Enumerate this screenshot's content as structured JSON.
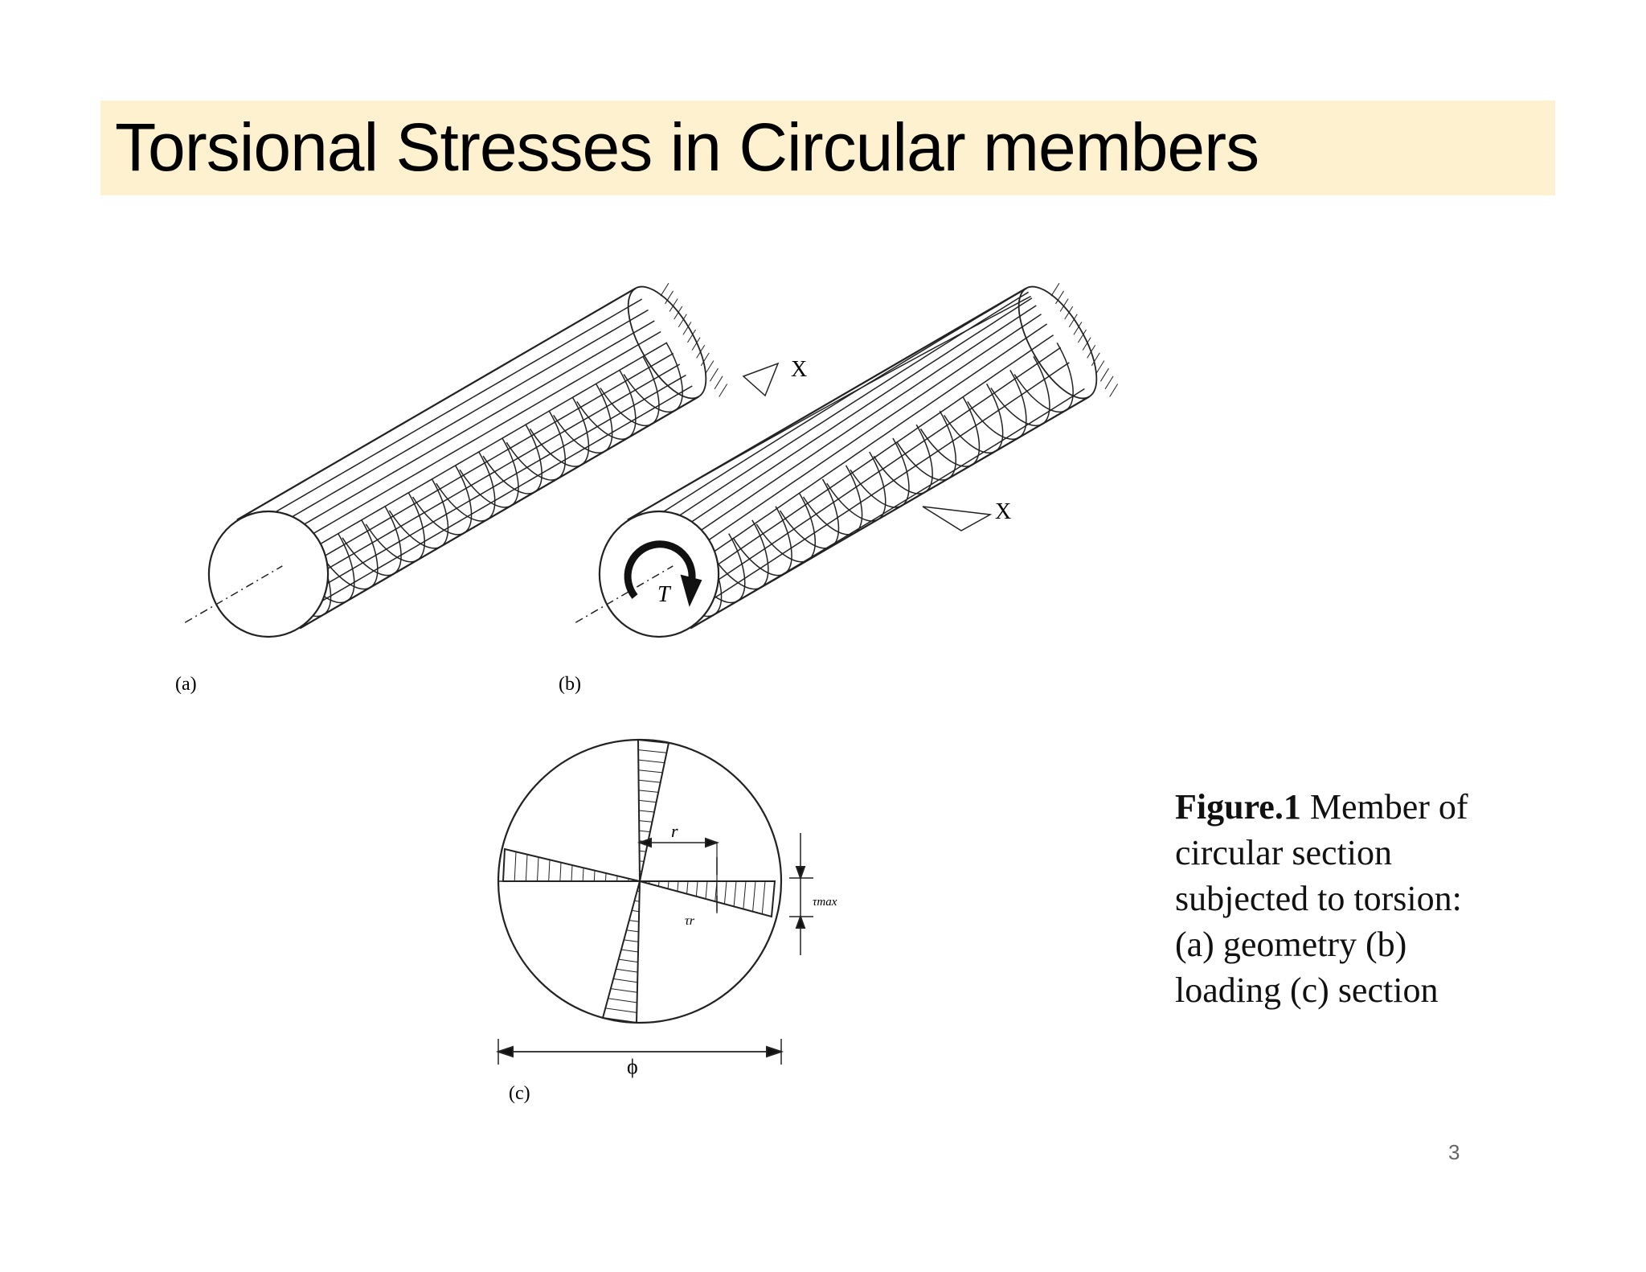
{
  "slide": {
    "title": "Torsional Stresses in Circular members",
    "page_number": "3"
  },
  "figure": {
    "label_a": "(a)",
    "label_b": "(b)",
    "label_c": "(c)",
    "torque_label": "T",
    "section_mark_top": "X",
    "section_mark_bottom": "X",
    "radius_label": "r",
    "tau_r_label": "τr",
    "tau_max_label": "τmax",
    "diameter_label": "ϕ"
  },
  "caption": {
    "bold": "Figure.1",
    "line1_rest": " Member of",
    "line2": "circular section",
    "line3": "subjected to torsion:",
    "line4": "(a) geometry (b)",
    "line5": "loading (c) section"
  },
  "colors": {
    "title_background": "#fdf1cf",
    "ink": "#111111"
  }
}
